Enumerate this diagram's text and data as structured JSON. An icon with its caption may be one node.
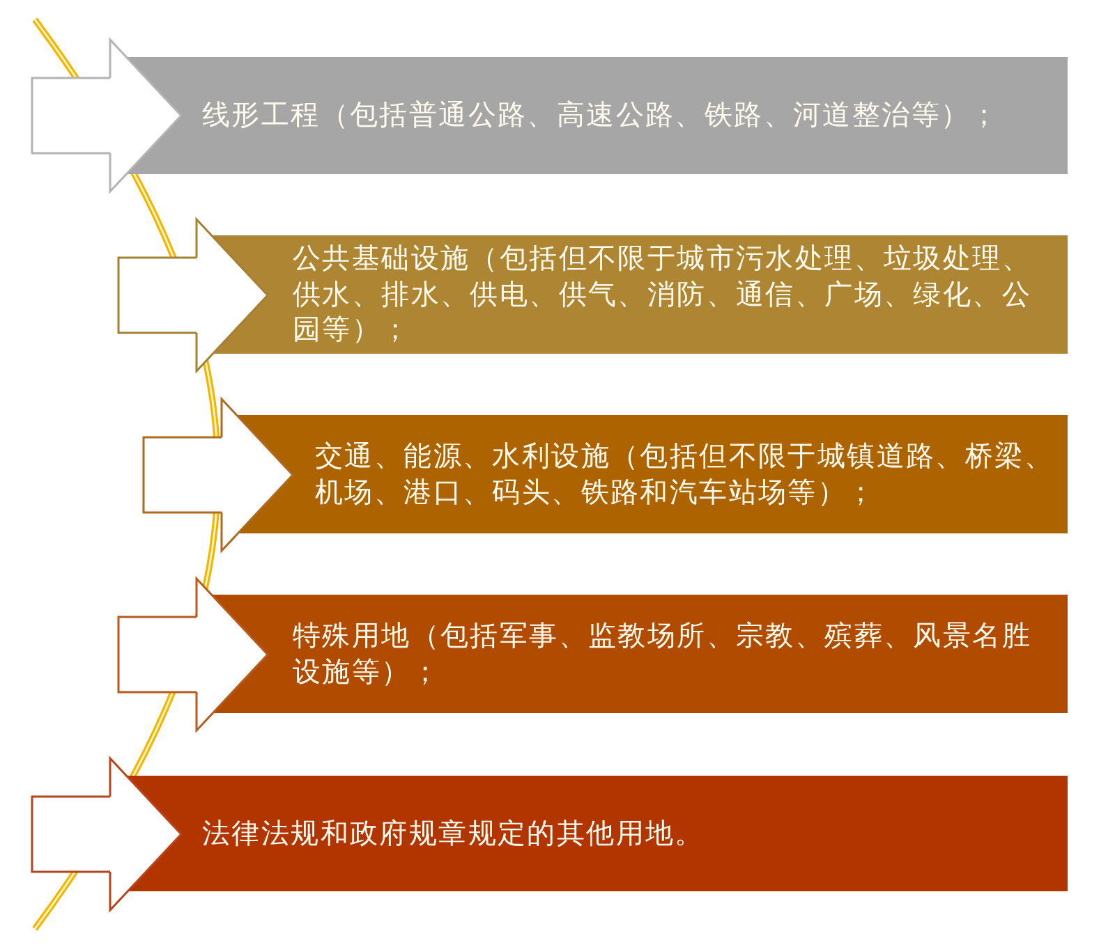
{
  "diagram": {
    "nodes": [
      {
        "text": [
          "线形工程（包括普通公路、高速公路、铁路、河道整治等）；"
        ]
      },
      {
        "text": [
          "公共基础设施（包括但不限于城市污水处理、垃圾处理、供水、排水、供电、供气、消防、通信、广场、绿化、公园等）；"
        ]
      },
      {
        "text": [
          "交通、能源、水利设施（包括但不限于城镇道路、桥梁、机场、港口、码头、铁路和汽车站场等）；"
        ]
      },
      {
        "text": [
          "特殊用地（包括军事、监教场所、宗教、殡葬、风景名胜设施等）；"
        ]
      },
      {
        "text": [
          "法律法规和政府规章规定的其他用地。"
        ]
      }
    ],
    "edges": [
      {
        "from": null,
        "to": 0,
        "arrow": "to",
        "color": "#b3b3b3"
      },
      {
        "from": null,
        "to": 1,
        "arrow": "to",
        "color": "#a58134"
      },
      {
        "from": null,
        "to": 2,
        "arrow": "to",
        "color": "#b06a20"
      },
      {
        "from": null,
        "to": 3,
        "arrow": "to",
        "color": "#b75a1c"
      },
      {
        "from": null,
        "to": 4,
        "arrow": "to",
        "color": "#b8441e"
      }
    ]
  }
}
